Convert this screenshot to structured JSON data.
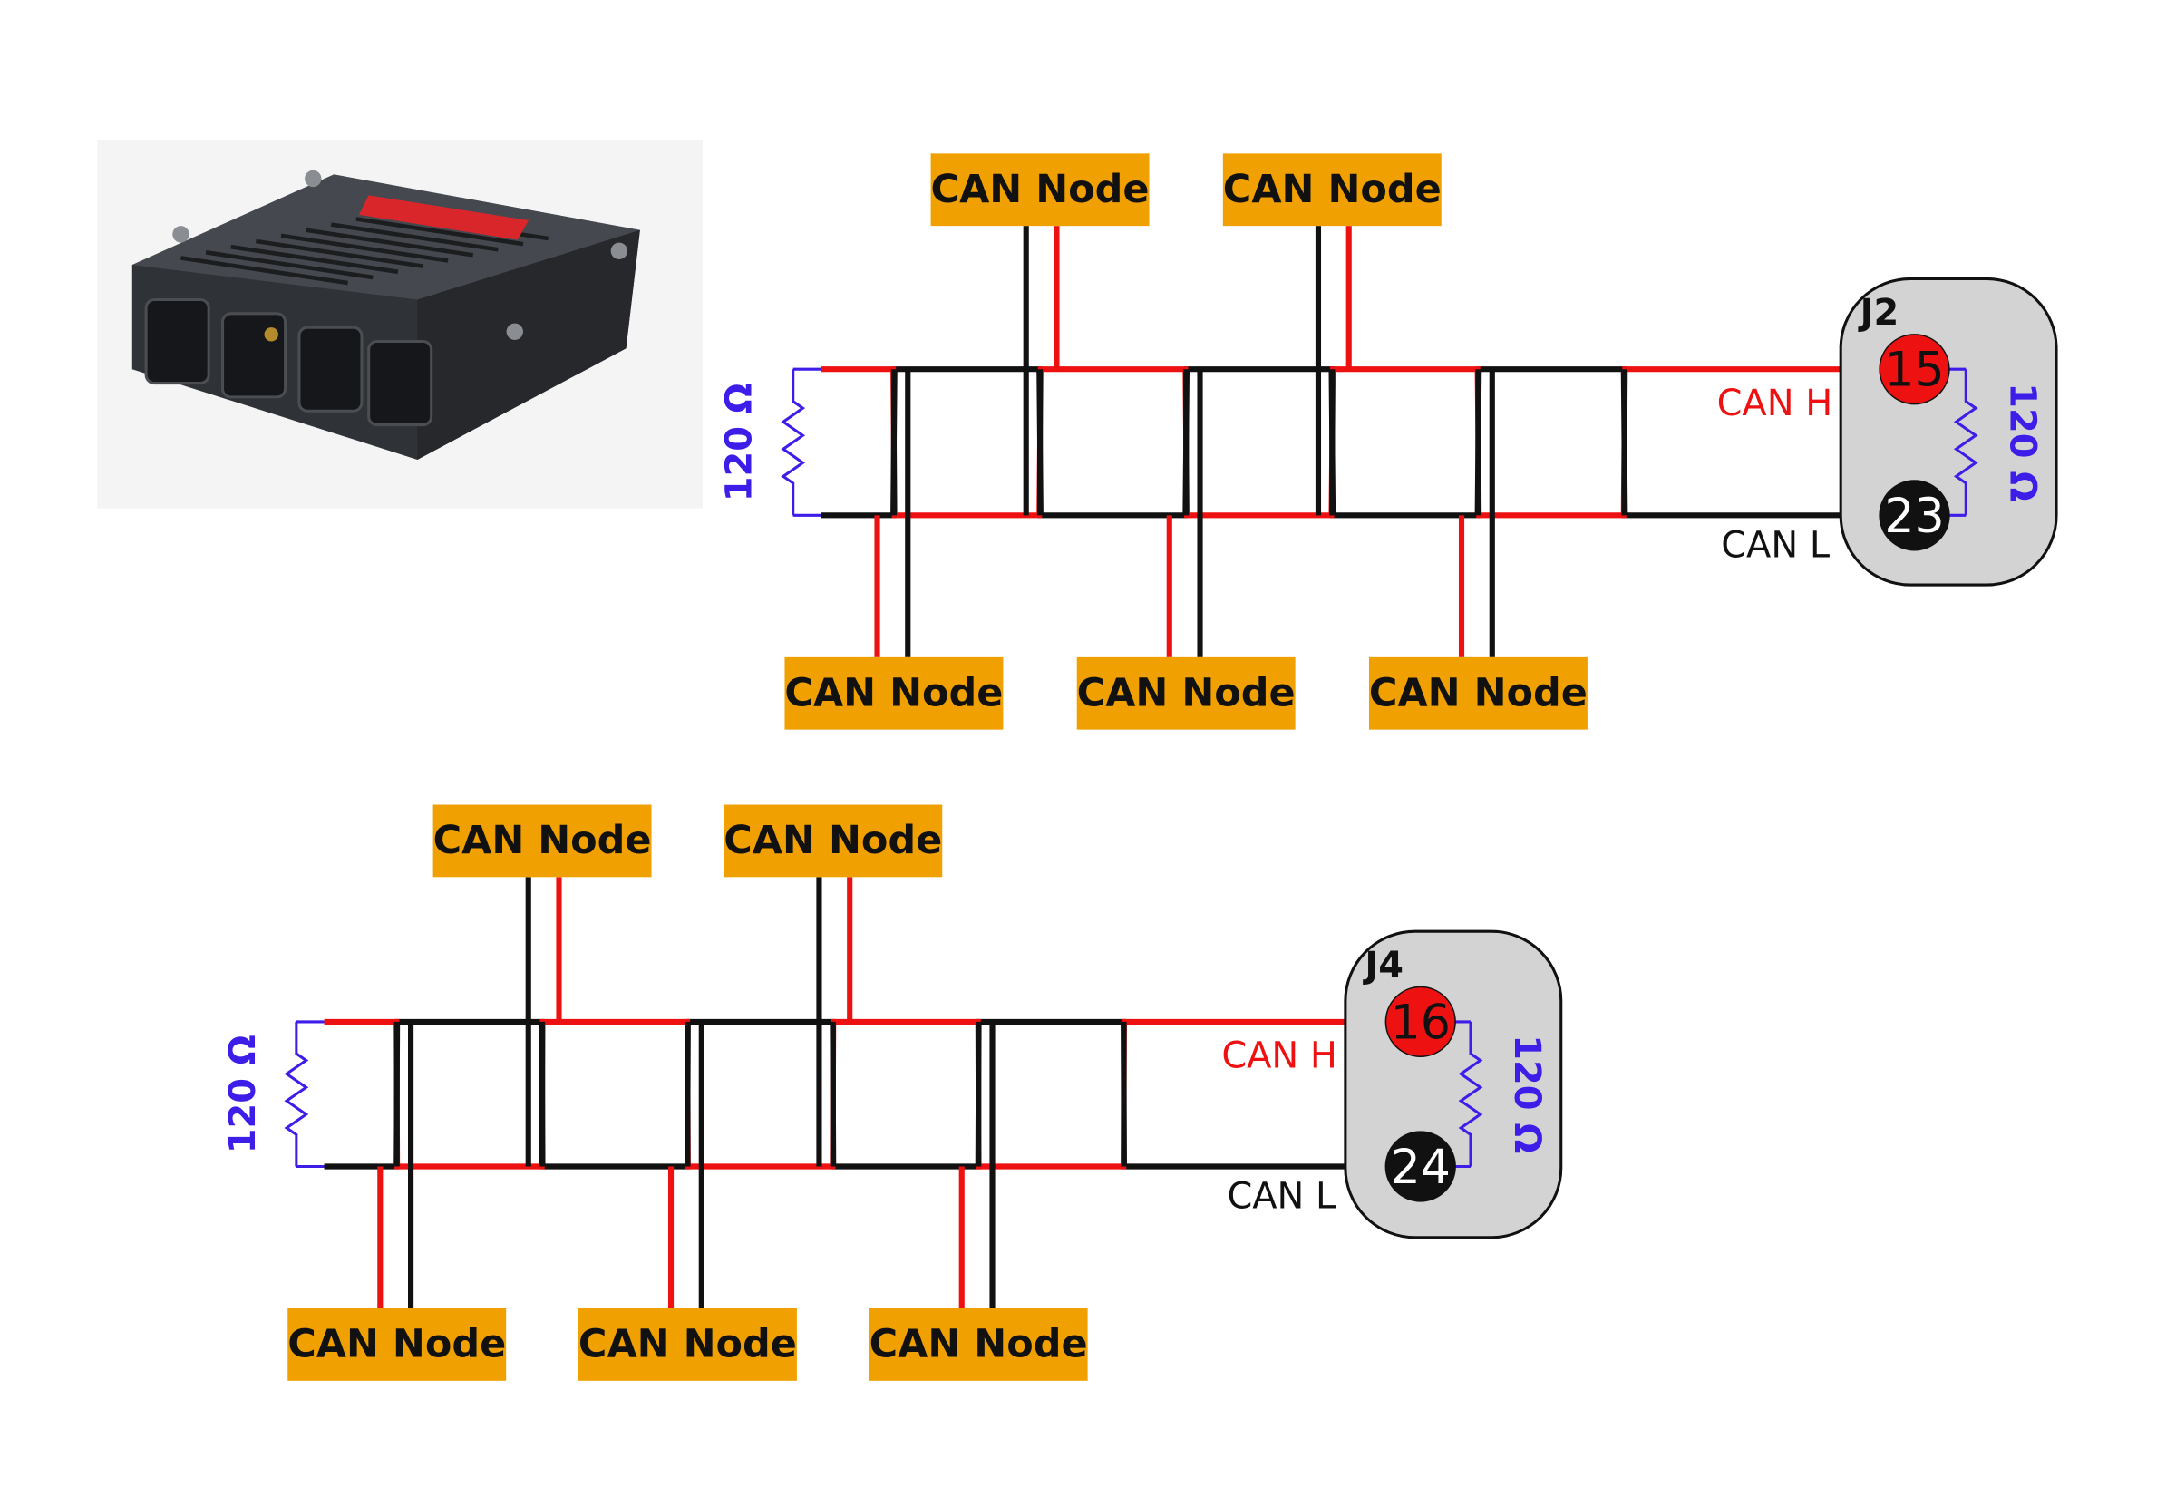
{
  "colors": {
    "can_h": "#ee1111",
    "can_l": "#111111",
    "node_fill": "#f0a000",
    "connector_fill": "#d3d3d3",
    "resistor": "#3d1ee8",
    "pin_h": "#ee1111",
    "pin_l": "#111111"
  },
  "product_image": {
    "icon": "ecu-module-photo"
  },
  "node_label": "CAN Node",
  "buses": [
    {
      "connector": "J2",
      "pin_h": "15",
      "pin_l": "23",
      "can_h_label": "CAN H",
      "can_l_label": "CAN L",
      "left_resistor": "120 Ω",
      "right_resistor": "120 Ω",
      "nodes_top": [
        "CAN Node",
        "CAN Node"
      ],
      "nodes_bottom": [
        "CAN Node",
        "CAN Node",
        "CAN Node"
      ]
    },
    {
      "connector": "J4",
      "pin_h": "16",
      "pin_l": "24",
      "can_h_label": "CAN H",
      "can_l_label": "CAN L",
      "left_resistor": "120 Ω",
      "right_resistor": "120 Ω",
      "nodes_top": [
        "CAN Node",
        "CAN Node"
      ],
      "nodes_bottom": [
        "CAN Node",
        "CAN Node",
        "CAN Node"
      ]
    }
  ]
}
